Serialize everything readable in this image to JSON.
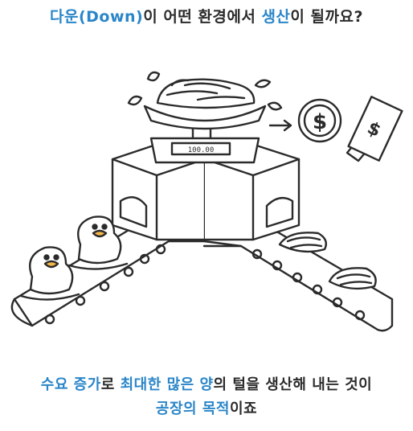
{
  "header": {
    "part1": "다운(Down)",
    "part2": "이 어떤 환경에서 ",
    "part3": "생산",
    "part4": "이 될까요?"
  },
  "illustration": {
    "scale_readout": "100.00",
    "coin_symbol": "$",
    "bill_symbol": "$"
  },
  "footer": {
    "line1_a": "수요 증가",
    "line1_b": "로 ",
    "line1_c": "최대한 많은 양",
    "line1_d": "의 털을 생산해 내는 것이",
    "line2_a": "공장의 목적",
    "line2_b": "이죠"
  },
  "colors": {
    "accent": "#2a86c9",
    "ink": "#2b2b2b",
    "paper": "#ffffff"
  }
}
